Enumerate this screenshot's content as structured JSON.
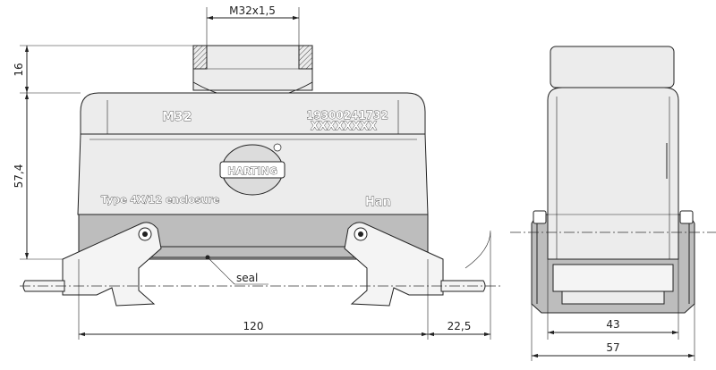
{
  "dimensions": {
    "thread": "M32x1,5",
    "height_top": "16",
    "height_body": "57,4",
    "length": "120",
    "lever_extension": "22,5",
    "side_inner": "43",
    "side_outer": "57"
  },
  "labels": {
    "seal": "seal"
  },
  "embossing": {
    "size": "M32",
    "part_number": "19300241732",
    "code": "XXXXXXXX",
    "brand": "HARTING",
    "enclosure_type": "Type 4X/12 enclosure",
    "series": "Han"
  }
}
